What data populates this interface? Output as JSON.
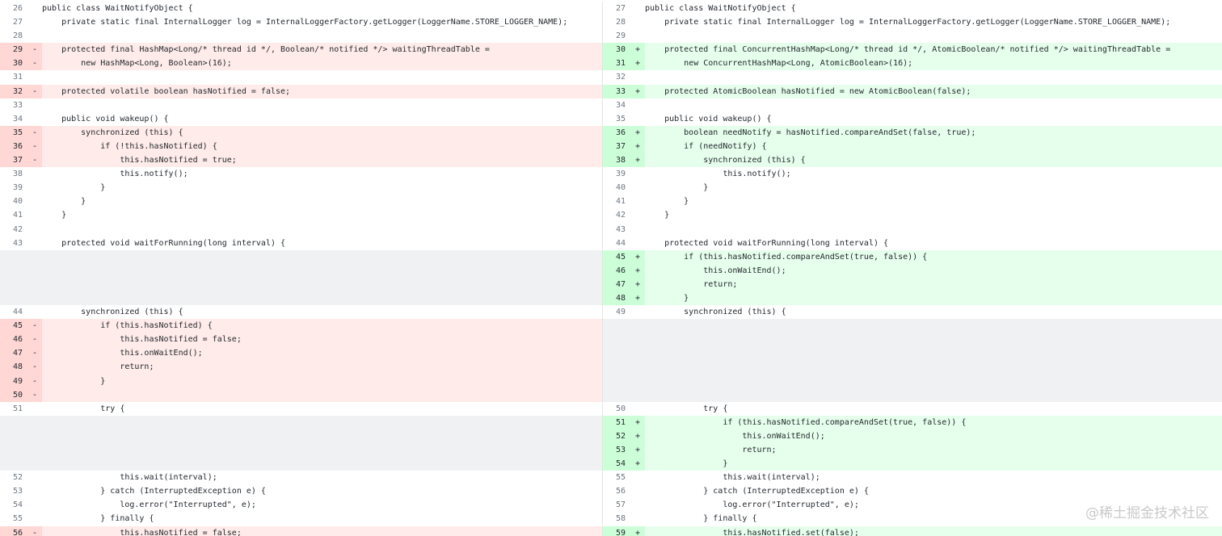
{
  "watermark": "@稀土掘金技术社区",
  "left": [
    {
      "n": "26",
      "t": "ctx",
      "c": "public class WaitNotifyObject {"
    },
    {
      "n": "27",
      "t": "ctx",
      "c": "    private static final InternalLogger log = InternalLoggerFactory.getLogger(LoggerName.STORE_LOGGER_NAME);"
    },
    {
      "n": "28",
      "t": "ctx",
      "c": ""
    },
    {
      "n": "29",
      "t": "del",
      "c": "    protected final HashMap<Long/* thread id */, Boolean/* notified */> waitingThreadTable ="
    },
    {
      "n": "30",
      "t": "del",
      "c": "        new HashMap<Long, Boolean>(16);"
    },
    {
      "n": "31",
      "t": "ctx",
      "c": ""
    },
    {
      "n": "32",
      "t": "del",
      "c": "    protected volatile boolean hasNotified = false;"
    },
    {
      "n": "33",
      "t": "ctx",
      "c": ""
    },
    {
      "n": "34",
      "t": "ctx",
      "c": "    public void wakeup() {"
    },
    {
      "n": "35",
      "t": "del",
      "c": "        synchronized (this) {"
    },
    {
      "n": "36",
      "t": "del",
      "c": "            if (!this.hasNotified) {"
    },
    {
      "n": "37",
      "t": "del",
      "c": "                this.hasNotified = true;"
    },
    {
      "n": "38",
      "t": "ctx",
      "c": "                this.notify();"
    },
    {
      "n": "39",
      "t": "ctx",
      "c": "            }"
    },
    {
      "n": "40",
      "t": "ctx",
      "c": "        }"
    },
    {
      "n": "41",
      "t": "ctx",
      "c": "    }"
    },
    {
      "n": "42",
      "t": "ctx",
      "c": ""
    },
    {
      "n": "43",
      "t": "ctx",
      "c": "    protected void waitForRunning(long interval) {"
    },
    {
      "n": "",
      "t": "empty",
      "c": ""
    },
    {
      "n": "",
      "t": "empty",
      "c": ""
    },
    {
      "n": "",
      "t": "empty",
      "c": ""
    },
    {
      "n": "",
      "t": "empty",
      "c": ""
    },
    {
      "n": "44",
      "t": "ctx",
      "c": "        synchronized (this) {"
    },
    {
      "n": "45",
      "t": "del",
      "c": "            if (this.hasNotified) {"
    },
    {
      "n": "46",
      "t": "del",
      "c": "                this.hasNotified = false;"
    },
    {
      "n": "47",
      "t": "del",
      "c": "                this.onWaitEnd();"
    },
    {
      "n": "48",
      "t": "del",
      "c": "                return;"
    },
    {
      "n": "49",
      "t": "del",
      "c": "            }"
    },
    {
      "n": "50",
      "t": "del",
      "c": ""
    },
    {
      "n": "51",
      "t": "ctx",
      "c": "            try {"
    },
    {
      "n": "",
      "t": "empty",
      "c": ""
    },
    {
      "n": "",
      "t": "empty",
      "c": ""
    },
    {
      "n": "",
      "t": "empty",
      "c": ""
    },
    {
      "n": "",
      "t": "empty",
      "c": ""
    },
    {
      "n": "52",
      "t": "ctx",
      "c": "                this.wait(interval);"
    },
    {
      "n": "53",
      "t": "ctx",
      "c": "            } catch (InterruptedException e) {"
    },
    {
      "n": "54",
      "t": "ctx",
      "c": "                log.error(\"Interrupted\", e);"
    },
    {
      "n": "55",
      "t": "ctx",
      "c": "            } finally {"
    },
    {
      "n": "56",
      "t": "del",
      "c": "                this.hasNotified = false;"
    }
  ],
  "right": [
    {
      "n": "27",
      "t": "ctx",
      "c": "public class WaitNotifyObject {"
    },
    {
      "n": "28",
      "t": "ctx",
      "c": "    private static final InternalLogger log = InternalLoggerFactory.getLogger(LoggerName.STORE_LOGGER_NAME);"
    },
    {
      "n": "29",
      "t": "ctx",
      "c": ""
    },
    {
      "n": "30",
      "t": "add",
      "c": "    protected final ConcurrentHashMap<Long/* thread id */, AtomicBoolean/* notified */> waitingThreadTable ="
    },
    {
      "n": "31",
      "t": "add",
      "c": "        new ConcurrentHashMap<Long, AtomicBoolean>(16);"
    },
    {
      "n": "32",
      "t": "ctx",
      "c": ""
    },
    {
      "n": "33",
      "t": "add",
      "c": "    protected AtomicBoolean hasNotified = new AtomicBoolean(false);"
    },
    {
      "n": "34",
      "t": "ctx",
      "c": ""
    },
    {
      "n": "35",
      "t": "ctx",
      "c": "    public void wakeup() {"
    },
    {
      "n": "36",
      "t": "add",
      "c": "        boolean needNotify = hasNotified.compareAndSet(false, true);"
    },
    {
      "n": "37",
      "t": "add",
      "c": "        if (needNotify) {"
    },
    {
      "n": "38",
      "t": "add",
      "c": "            synchronized (this) {"
    },
    {
      "n": "39",
      "t": "ctx",
      "c": "                this.notify();"
    },
    {
      "n": "40",
      "t": "ctx",
      "c": "            }"
    },
    {
      "n": "41",
      "t": "ctx",
      "c": "        }"
    },
    {
      "n": "42",
      "t": "ctx",
      "c": "    }"
    },
    {
      "n": "43",
      "t": "ctx",
      "c": ""
    },
    {
      "n": "44",
      "t": "ctx",
      "c": "    protected void waitForRunning(long interval) {"
    },
    {
      "n": "45",
      "t": "add",
      "c": "        if (this.hasNotified.compareAndSet(true, false)) {"
    },
    {
      "n": "46",
      "t": "add",
      "c": "            this.onWaitEnd();"
    },
    {
      "n": "47",
      "t": "add",
      "c": "            return;"
    },
    {
      "n": "48",
      "t": "add",
      "c": "        }"
    },
    {
      "n": "49",
      "t": "ctx",
      "c": "        synchronized (this) {"
    },
    {
      "n": "",
      "t": "empty",
      "c": ""
    },
    {
      "n": "",
      "t": "empty",
      "c": ""
    },
    {
      "n": "",
      "t": "empty",
      "c": ""
    },
    {
      "n": "",
      "t": "empty",
      "c": ""
    },
    {
      "n": "",
      "t": "empty",
      "c": ""
    },
    {
      "n": "",
      "t": "empty",
      "c": ""
    },
    {
      "n": "50",
      "t": "ctx",
      "c": "            try {"
    },
    {
      "n": "51",
      "t": "add",
      "c": "                if (this.hasNotified.compareAndSet(true, false)) {"
    },
    {
      "n": "52",
      "t": "add",
      "c": "                    this.onWaitEnd();"
    },
    {
      "n": "53",
      "t": "add",
      "c": "                    return;"
    },
    {
      "n": "54",
      "t": "add",
      "c": "                }"
    },
    {
      "n": "55",
      "t": "ctx",
      "c": "                this.wait(interval);"
    },
    {
      "n": "56",
      "t": "ctx",
      "c": "            } catch (InterruptedException e) {"
    },
    {
      "n": "57",
      "t": "ctx",
      "c": "                log.error(\"Interrupted\", e);"
    },
    {
      "n": "58",
      "t": "ctx",
      "c": "            } finally {"
    },
    {
      "n": "59",
      "t": "add",
      "c": "                this.hasNotified.set(false);"
    }
  ]
}
